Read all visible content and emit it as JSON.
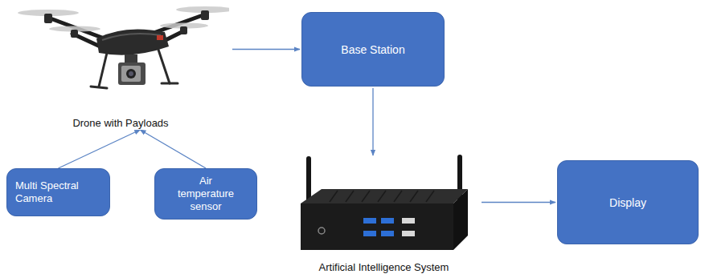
{
  "diagram": {
    "nodes": [
      {
        "text": [
          "Drone with Payloads"
        ]
      },
      {
        "text": [
          "Base Station"
        ]
      },
      {
        "text": [
          "Multi Spectral Camera"
        ]
      },
      {
        "text": [
          "Air temperature sensor"
        ]
      },
      {
        "text": [
          "Artificial Intelligence System"
        ]
      },
      {
        "text": [
          "Display"
        ]
      }
    ],
    "edges": [
      {
        "from": 0,
        "to": 1,
        "arrow": "to"
      },
      {
        "from": 2,
        "to": 0,
        "arrow": "to"
      },
      {
        "from": 3,
        "to": 0,
        "arrow": "to"
      },
      {
        "from": 1,
        "to": 4,
        "arrow": "to"
      },
      {
        "from": 4,
        "to": 5,
        "arrow": "to"
      }
    ]
  }
}
